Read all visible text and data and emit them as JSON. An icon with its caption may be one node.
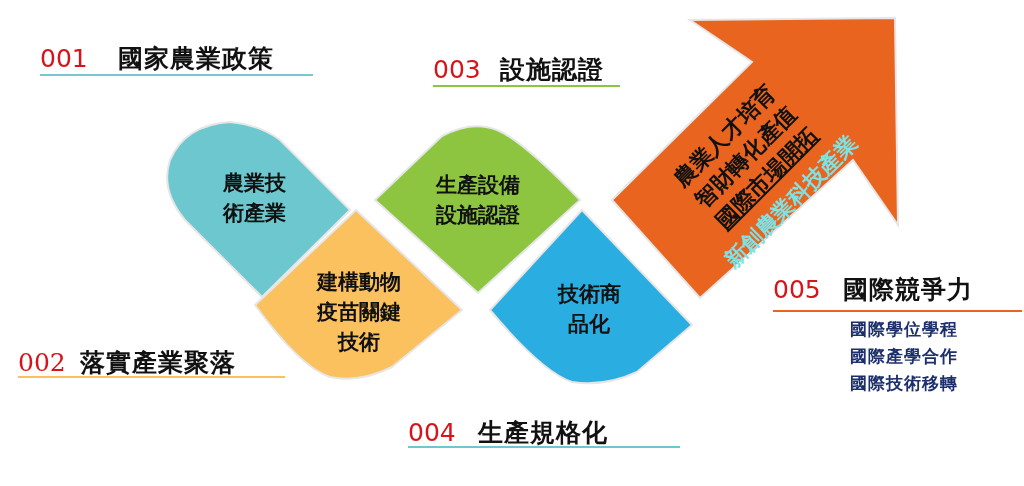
{
  "diagram": {
    "nodes": [
      {
        "text": [
          "農業技術產業"
        ]
      },
      {
        "text": [
          "建構動物疫苗關鍵技術"
        ]
      },
      {
        "text": [
          "生產設備設施認證"
        ]
      },
      {
        "text": [
          "技術商品化"
        ]
      },
      {
        "text": [
          "農業人才培育",
          "智財轉化產值",
          "國際市場開拓",
          "新創農業科技產業"
        ]
      }
    ],
    "labels": [
      "001",
      "國家農業政策",
      "003",
      "設施認證",
      "005",
      "國際競爭力",
      "國際學位學程",
      "國際產學合作",
      "國際技術移轉",
      "002",
      "落實產業聚落",
      "004",
      "生產規格化"
    ]
  }
}
